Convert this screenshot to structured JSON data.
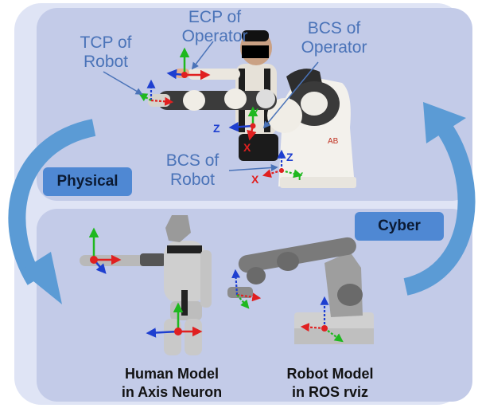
{
  "labels": {
    "ecp_operator": [
      "ECP of",
      "Operator"
    ],
    "tcp_robot": [
      "TCP of",
      "Robot"
    ],
    "bcs_operator": [
      "BCS of",
      "Operator"
    ],
    "bcs_robot": [
      "BCS of",
      "Robot"
    ]
  },
  "sections": {
    "physical": "Physical",
    "cyber": "Cyber"
  },
  "captions": {
    "human_model": [
      "Human Model",
      "in Axis Neuron"
    ],
    "robot_model": [
      "Robot Model",
      "in ROS rviz"
    ]
  },
  "axes": {
    "x": "X",
    "y": "Y",
    "z": "Z"
  },
  "colors": {
    "panel": "#c3cbe8",
    "frame": "#dfe4f5",
    "arrow": "#5b9bd5",
    "tag": "#4f88d3",
    "label_text": "#4a73b8",
    "axis_x": "#e02020",
    "axis_y": "#1fb81f",
    "axis_z": "#1e3fd0"
  }
}
